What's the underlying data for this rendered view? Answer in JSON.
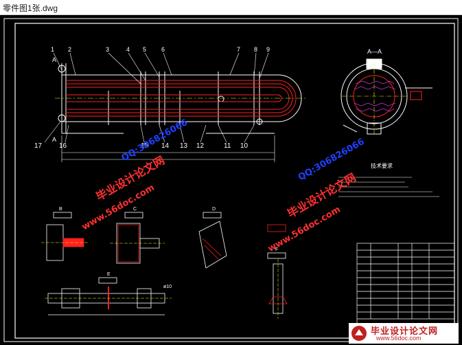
{
  "window": {
    "title": "零件图1张.dwg"
  },
  "colors": {
    "bg": "#000000",
    "line": "#ffffff",
    "red": "#ff2020",
    "yellow": "#ffff00",
    "cyan": "#00ffff",
    "magenta": "#ff40ff",
    "watermark_red": "#ff3030",
    "watermark_blue": "#2040ff"
  },
  "drawing": {
    "section_label": "A—A",
    "callouts_top": [
      "1",
      "2",
      "3",
      "4",
      "5",
      "6",
      "7",
      "8",
      "9"
    ],
    "callouts_bottom": [
      "17",
      "16",
      "15",
      "14",
      "13",
      "12",
      "11",
      "10"
    ],
    "view_letter_a": "A",
    "view_labels": [
      "B",
      "C",
      "D",
      "E",
      "F"
    ],
    "notes_title": "技术要求",
    "dim_hole": "ø10"
  },
  "watermarks": {
    "url": "www.56doc.com",
    "qq": "QQ:306826066",
    "site": "毕业设计论文网"
  },
  "logo": {
    "text": "毕业设计论文网",
    "url": "www.56doc.com"
  }
}
